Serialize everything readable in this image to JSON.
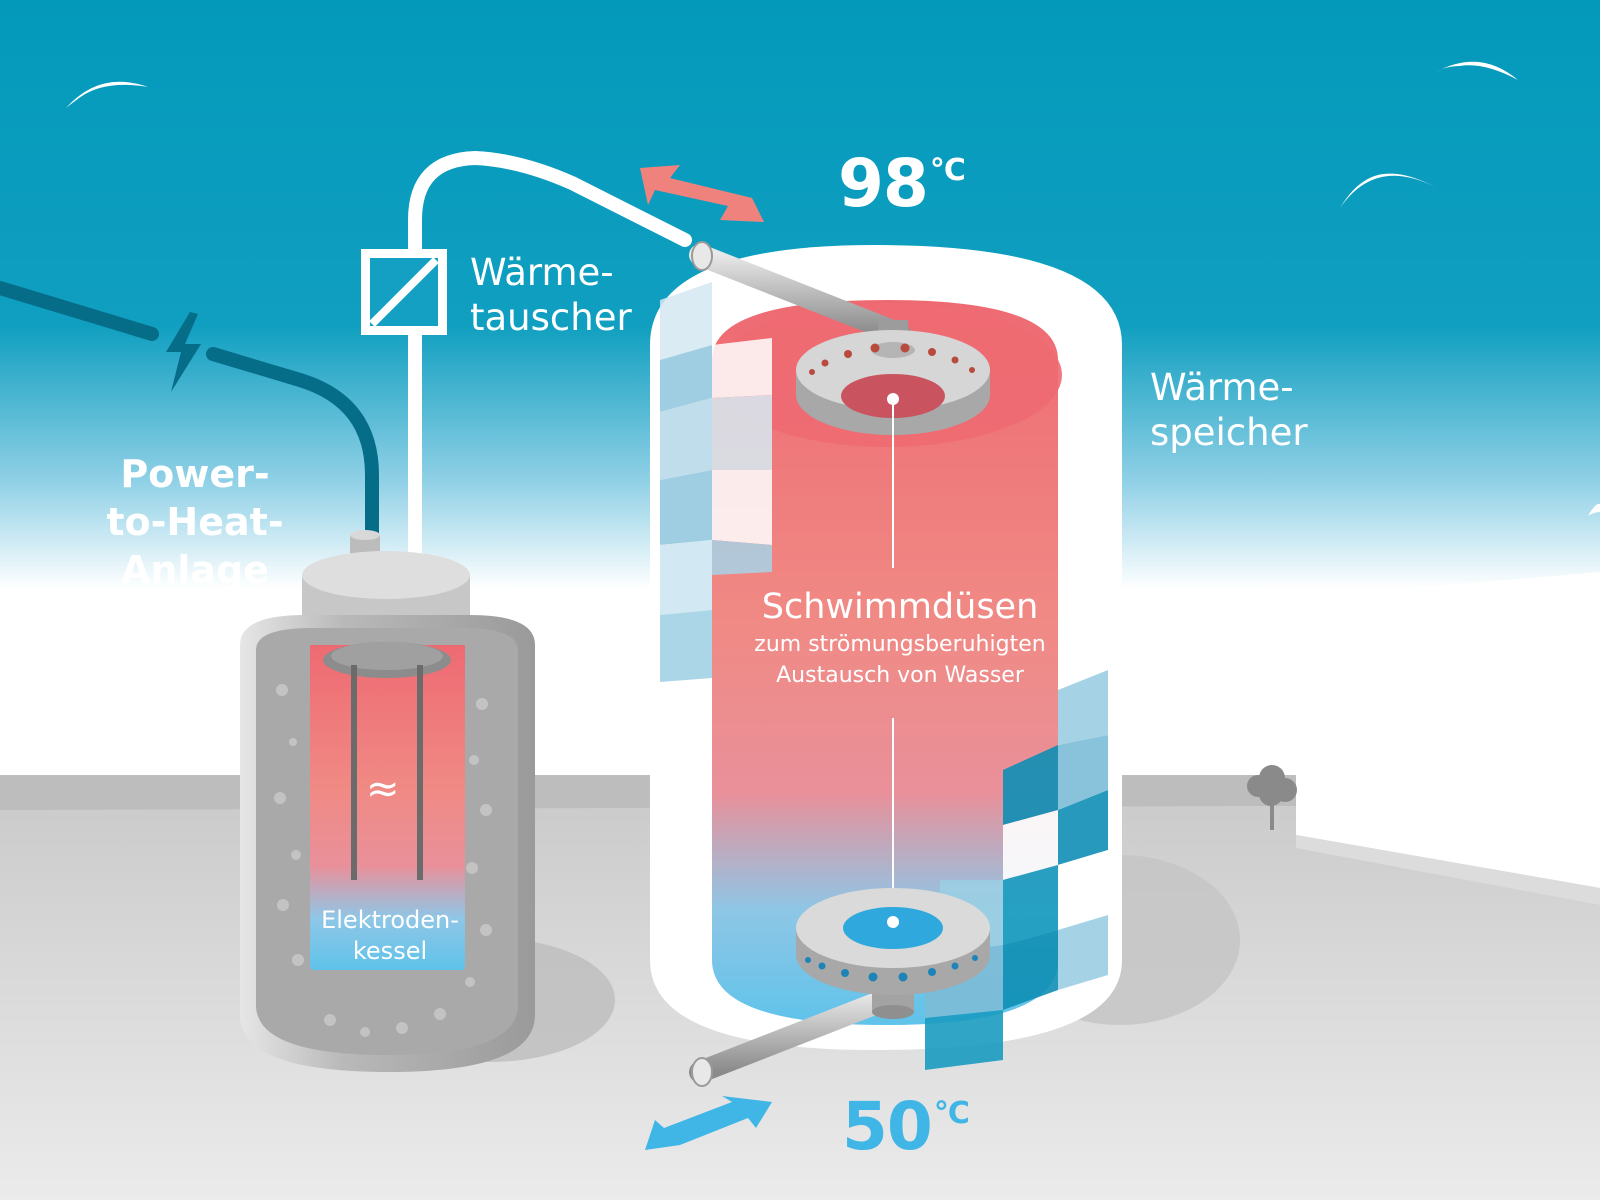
{
  "labels": {
    "power_to_heat": [
      "Power-",
      "to-Heat-",
      "Anlage"
    ],
    "waermetauscher": [
      "Wärme-",
      "tauscher"
    ],
    "waermespeicher": [
      "Wärme-",
      "speicher"
    ],
    "schwimmduesen": {
      "title": "Schwimmdüsen",
      "sub": [
        "zum strömungsberuhigten",
        "Austausch von Wasser"
      ]
    },
    "elektrodenkessel": [
      "Elektroden-",
      "kessel"
    ],
    "electrode_symbol": "≈"
  },
  "temps": {
    "top": {
      "value": "98",
      "unit": "°C"
    },
    "bottom": {
      "value": "50",
      "unit": "°C"
    }
  },
  "colors": {
    "sky": "#0399bb",
    "hot": "#ee6a72",
    "cold": "#5fc3ea",
    "cold_text": "#3fb6e6",
    "arrow_hot": "#f0827e",
    "arrow_cold": "#3fb6e6",
    "cable": "#066d89",
    "ground": "#d2d2d2"
  },
  "icons": [
    "bird-icon",
    "lightning-icon",
    "heat-exchanger-icon",
    "tree-icon",
    "exchange-arrow-icon"
  ]
}
